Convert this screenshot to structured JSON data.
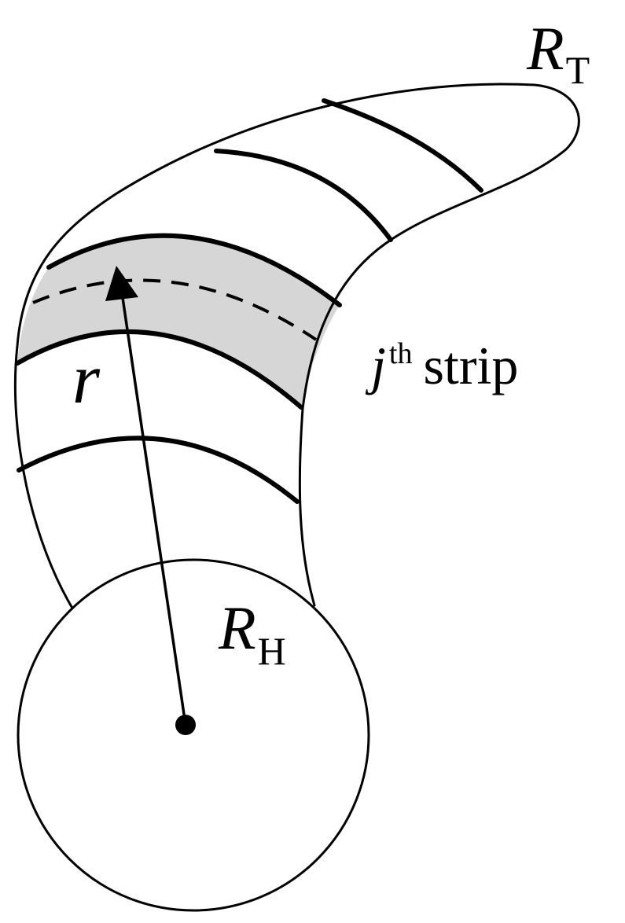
{
  "labels": {
    "tip_radius": {
      "main": "R",
      "subscript": "T"
    },
    "hub_radius": {
      "main": "R",
      "subscript": "H"
    },
    "radius": "r",
    "strip": {
      "index": "j",
      "superscript": "th",
      "word": "strip"
    }
  },
  "colors": {
    "ink": "#000000",
    "highlighted_strip_fill": "#d6d6d6",
    "background": "#ffffff"
  }
}
